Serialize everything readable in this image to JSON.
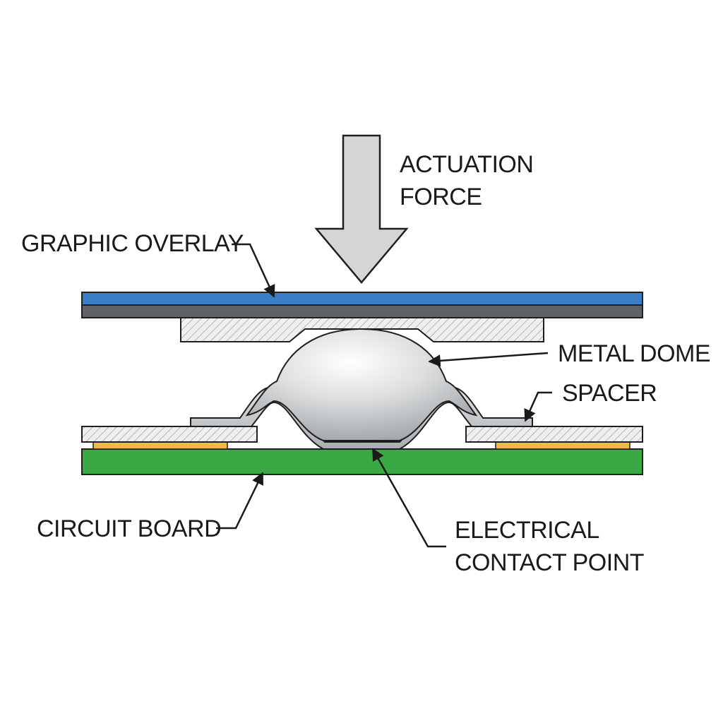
{
  "labels": {
    "actuation_force": [
      "ACTUATION",
      "FORCE"
    ],
    "graphic_overlay": "GRAPHIC OVERLAY",
    "metal_dome": "METAL DOME",
    "spacer": "SPACER",
    "circuit_board": "CIRCUIT BOARD",
    "electrical_contact_point": [
      "ELECTRICAL",
      "CONTACT POINT"
    ]
  },
  "colors": {
    "overlay_blue": "#3a7fc6",
    "overlay_gray": "#5f6368",
    "spacer_fill": "#ededed",
    "dome_fill": "#d6d8da",
    "contact_gold": "#f2b94a",
    "board_green": "#3aa843",
    "arrow_fill": "#d3d5d7",
    "outline": "#1f1f1f"
  }
}
